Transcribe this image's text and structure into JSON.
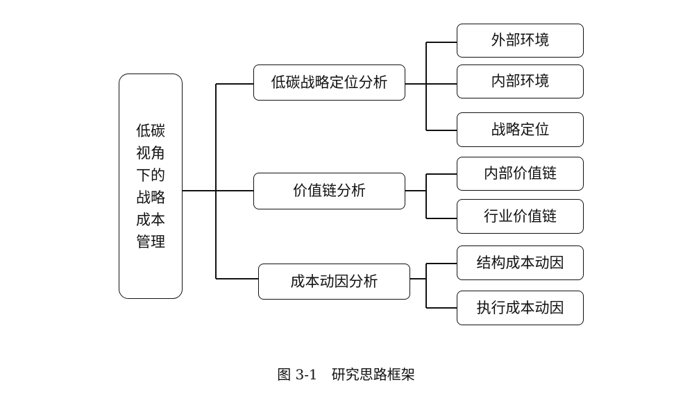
{
  "diagram": {
    "root": {
      "label": "低碳视角下的战略成本管理"
    },
    "branches": [
      {
        "label": "低碳战略定位分析",
        "children": [
          "外部环境",
          "内部环境",
          "战略定位"
        ]
      },
      {
        "label": "价值链分析",
        "children": [
          "内部价值链",
          "行业价值链"
        ]
      },
      {
        "label": "成本动因分析",
        "children": [
          "结构成本动因",
          "执行成本动因"
        ]
      }
    ]
  },
  "caption": "图 3-1　研究思路框架"
}
